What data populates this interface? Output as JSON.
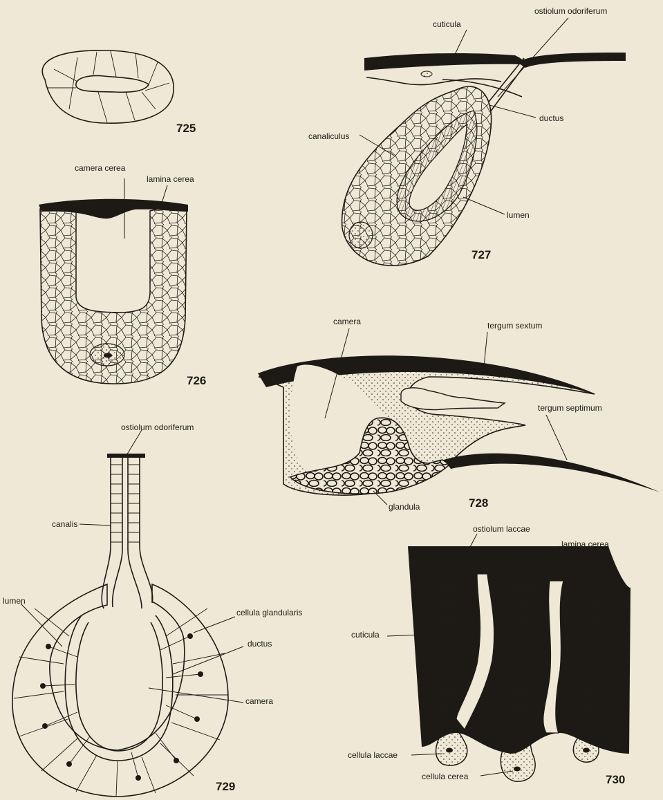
{
  "figures": [
    {
      "number": "725",
      "labels": []
    },
    {
      "number": "726",
      "labels": [
        "camera cerea",
        "lamina cerea"
      ]
    },
    {
      "number": "727",
      "labels": [
        "cuticula",
        "ostiolum odoriferum",
        "ductus",
        "canaliculus",
        "lumen"
      ]
    },
    {
      "number": "728",
      "labels": [
        "camera",
        "tergum sextum",
        "tergum septimum",
        "glandula"
      ]
    },
    {
      "number": "729",
      "labels": [
        "ostiolum odoriferum",
        "canalis",
        "lumen",
        "cellula glandularis",
        "ductus",
        "camera"
      ]
    },
    {
      "number": "730",
      "labels": [
        "ostiolum laccae",
        "lamina cerea",
        "cuticula",
        "cellula laccae",
        "cellula cerea"
      ]
    }
  ]
}
